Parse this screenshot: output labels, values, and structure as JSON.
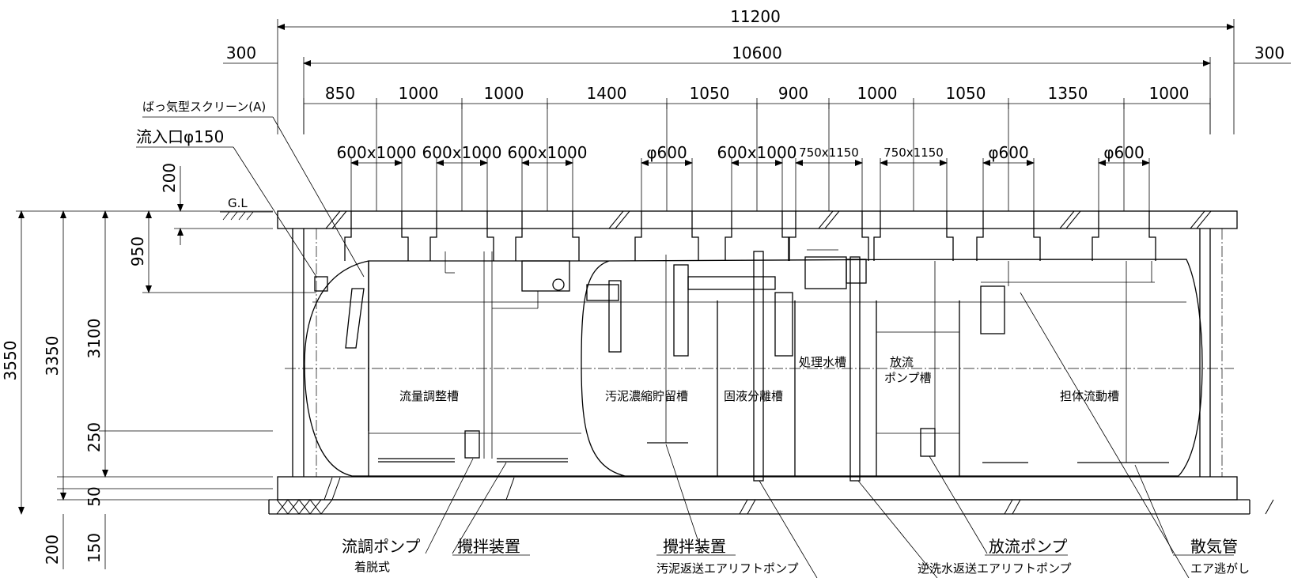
{
  "dimensions": {
    "overall": "11200",
    "tank_length": "10600",
    "margin_left": "300",
    "margin_right": "300",
    "segments": [
      "850",
      "1000",
      "1000",
      "1400",
      "1050",
      "900",
      "1000",
      "1050",
      "1350",
      "1000"
    ],
    "manholes": [
      "600x1000",
      "600x1000",
      "600x1000",
      "φ600",
      "600x1000",
      "750x1150",
      "750x1150",
      "φ600",
      "φ600"
    ],
    "left_heights": {
      "total": "3550",
      "body": "3350",
      "inner": "3100",
      "water_gap": "250",
      "base": "50",
      "bottom_total": "200",
      "bottom_slab": "150",
      "gl_offset": "200",
      "inlet_depth": "950"
    }
  },
  "labels": {
    "screen": "ばっ気型スクリーン(A)",
    "inlet": "流入口φ150",
    "gl": "G.L",
    "chambers": {
      "flow_adjust": "流量調整槽",
      "sludge": "汚泥濃縮貯留槽",
      "separation": "固液分離槽",
      "treated": "処理水槽",
      "discharge_pump_tank_1": "放流",
      "discharge_pump_tank_2": "ポンプ槽",
      "carrier": "担体流動槽"
    },
    "callouts": {
      "flow_pump": "流調ポンプ",
      "detachable": "着脱式",
      "agitator_1": "攪拌装置",
      "agitator_2": "攪拌装置",
      "sludge_airlift": "汚泥返送エアリフトポンプ",
      "discharge_pump": "放流ポンプ",
      "backwash_airlift": "逆洗水返送エアリフトポンプ",
      "diffuser": "散気管",
      "air_vent": "エア逃がし"
    }
  }
}
